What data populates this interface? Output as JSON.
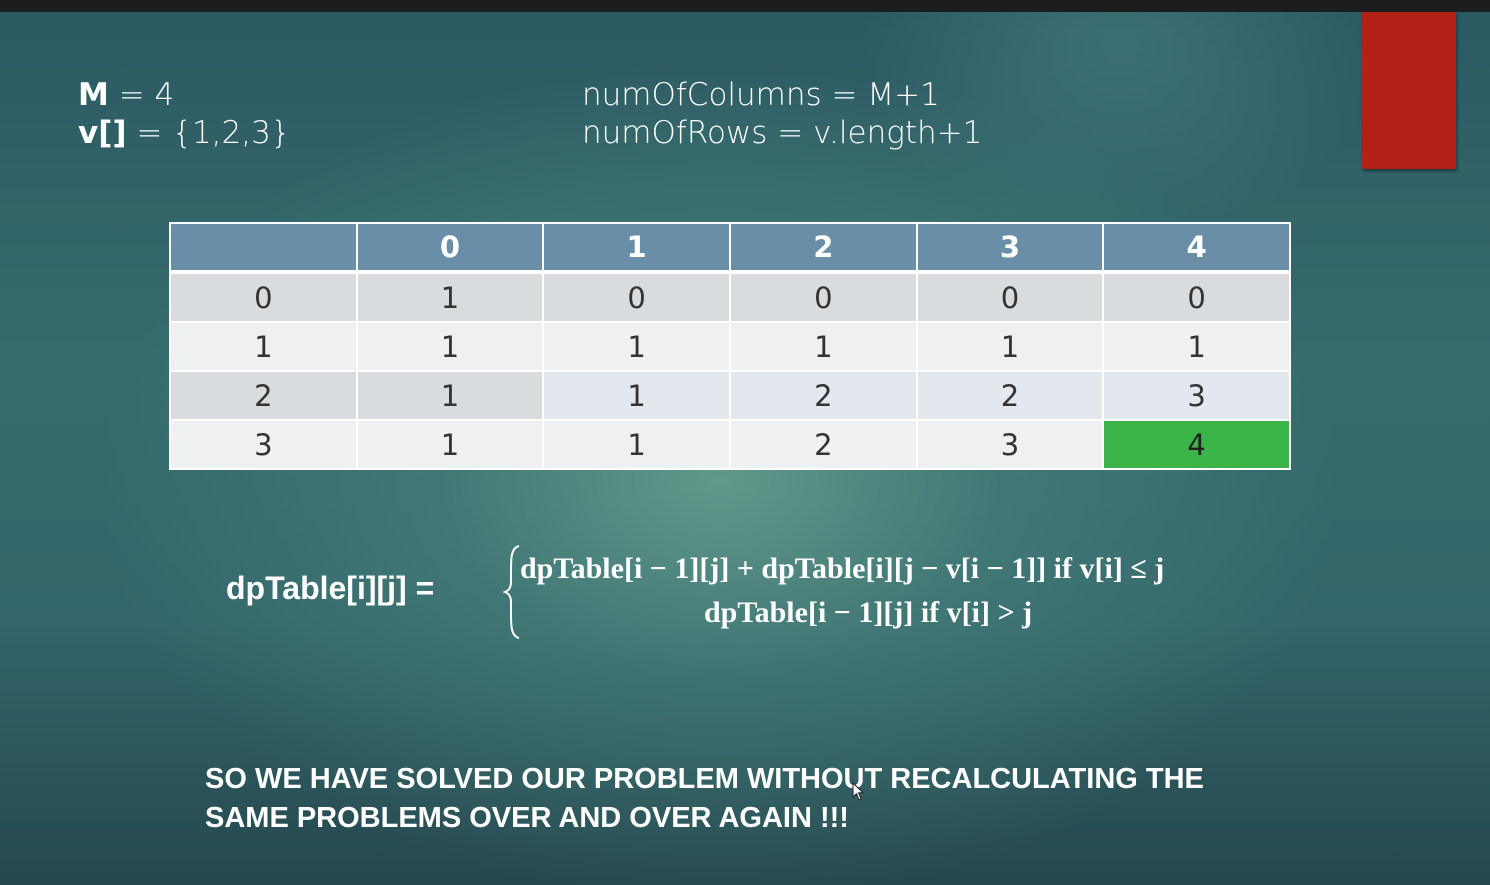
{
  "given": {
    "m_label": "M",
    "m_value": " = 4",
    "v_label": "v[]",
    "v_value": " = {1,2,3}"
  },
  "dimensions": {
    "columns": "numOfColumns = M+1",
    "rows": "numOfRows = v.length+1"
  },
  "table": {
    "corner": "",
    "headers": [
      "0",
      "1",
      "2",
      "3",
      "4"
    ],
    "rows": [
      {
        "label": "0",
        "cells": [
          "1",
          "0",
          "0",
          "0",
          "0"
        ]
      },
      {
        "label": "1",
        "cells": [
          "1",
          "1",
          "1",
          "1",
          "1"
        ]
      },
      {
        "label": "2",
        "cells": [
          "1",
          "1",
          "2",
          "2",
          "3"
        ]
      },
      {
        "label": "3",
        "cells": [
          "1",
          "1",
          "2",
          "3",
          "4"
        ]
      }
    ]
  },
  "formula": {
    "lhs": "dpTable[i][j] =",
    "case1": "dpTable[i − 1][j] + dpTable[i][j − v[i − 1]] if v[i] ≤ j",
    "case2": "dpTable[i − 1][j] if v[i] > j"
  },
  "conclusion": {
    "line1": "SO WE HAVE SOLVED OUR PROBLEM WITHOUT RECALCULATING THE",
    "line2": "SAME PROBLEMS OVER AND OVER AGAIN !!!"
  },
  "colors": {
    "accent_red": "#b32015",
    "highlight_green": "#3bb54a",
    "header_blue": "#6a8ea8"
  },
  "highlighted_cell": {
    "row": 3,
    "col": 4
  }
}
